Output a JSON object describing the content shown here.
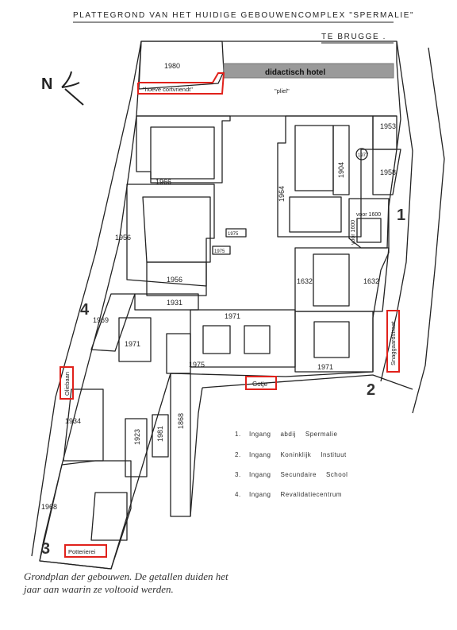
{
  "header": {
    "line1": "PLATTEGROND  VAN  HET  HUIDIGE  GEBOUWENCOMPLEX  \"SPERMALIE\"",
    "line2": "TE  BRUGGE ."
  },
  "labels": {
    "hotel": "didactisch hotel",
    "hoeve": "\"hoeve  cortvriendt\"",
    "pliel": "\"pliel\"",
    "north": "N",
    "gotje": "Gotje",
    "snaggaardstraat": "Snaggaardstraat",
    "oliebaan": "Oliebaan",
    "potterierei": "Potterierei"
  },
  "years": {
    "y1980": "1980",
    "y1953": "1953",
    "y1977": "1977",
    "y1958": "1958",
    "y1904": "1904",
    "y1964": "1964",
    "y1966": "1966",
    "voor1600a": "voor 1600",
    "voor1600b": "voor 1600",
    "y1975a": "1975",
    "y1975b": "1975",
    "y1956a": "1956",
    "y1956b": "1956",
    "y1632a": "1632",
    "y1632b": "1632",
    "y1931": "1931",
    "y1969": "1969",
    "y1971a": "1971",
    "y1971b": "1971",
    "y1971c": "1971",
    "y1975c": "1975",
    "y1934": "1934",
    "y1923": "1923",
    "y1981": "1981",
    "y1868": "1868",
    "y1968": "1968"
  },
  "entrances": {
    "e1": "1",
    "e2": "2",
    "e3": "3",
    "e4": "4"
  },
  "legend": [
    {
      "num": "1.",
      "w1": "Ingang",
      "w2": "abdij",
      "w3": "Spermalie"
    },
    {
      "num": "2.",
      "w1": "Ingang",
      "w2": "Koninklijk",
      "w3": "Instituut"
    },
    {
      "num": "3.",
      "w1": "Ingang",
      "w2": "Secundaire",
      "w3": "School"
    },
    {
      "num": "4.",
      "w1": "Ingang",
      "w2": "Revalidatiecentrum",
      "w3": ""
    }
  ],
  "caption": "Grondplan der gebouwen. De getallen duiden het jaar aan waarin ze voltooid werden.",
  "colors": {
    "highlight": "#e0211b",
    "hotel_fill": "#9a9a9a",
    "ink": "#222222"
  }
}
